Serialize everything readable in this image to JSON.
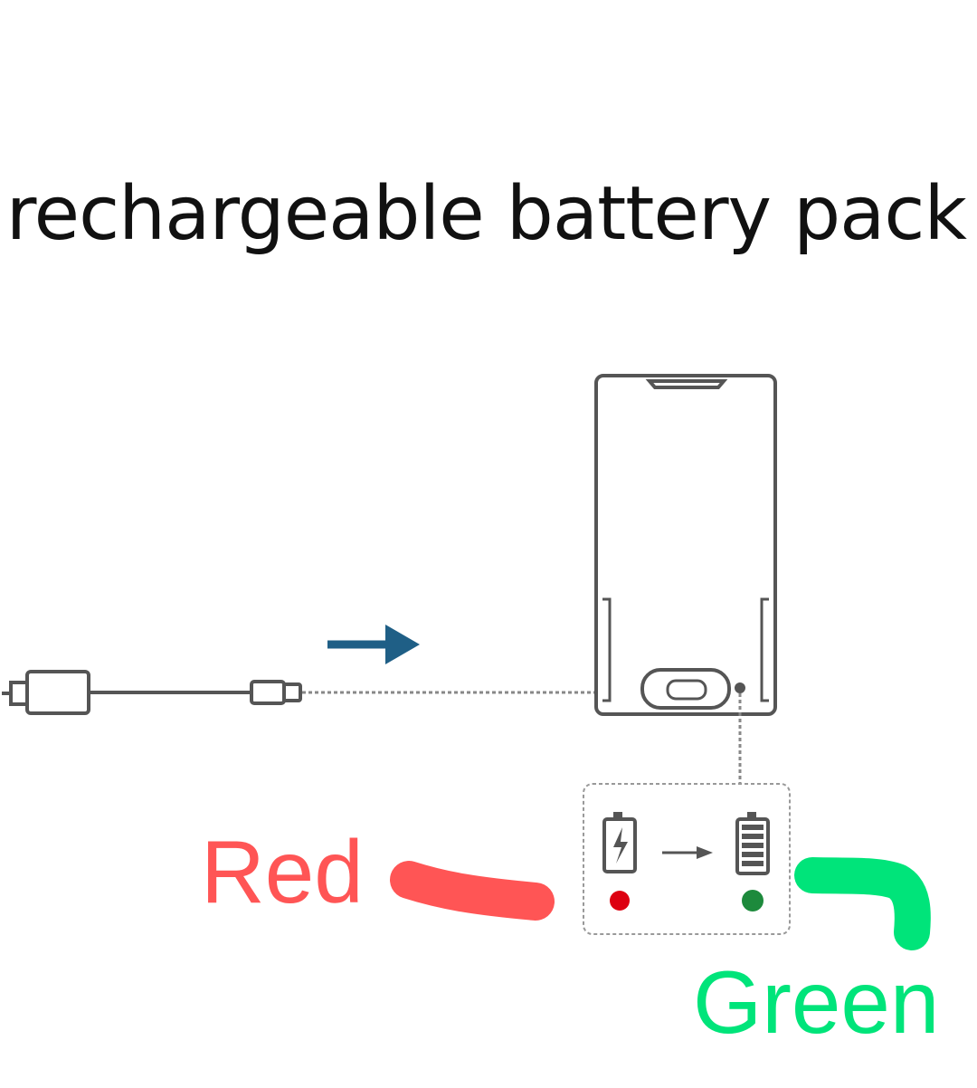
{
  "title": "he rechargeable battery pack",
  "annotations": {
    "red_label": "Red",
    "green_label": "Green"
  },
  "colors": {
    "red": "#ff5555",
    "green": "#00e47a",
    "arrow": "#1f5f86",
    "led_red": "#dd0011",
    "led_green": "#1d8a3c"
  },
  "icons": {
    "cable": "usb-c-cable-icon",
    "battery_pack": "battery-pack-icon",
    "charging": "battery-charging-icon",
    "full": "battery-full-icon"
  }
}
